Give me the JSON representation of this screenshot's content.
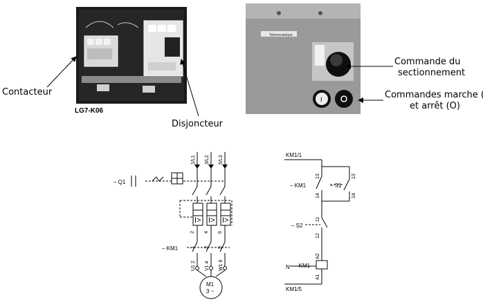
{
  "photo_left": {
    "caption": "LG7-K06",
    "label_contactor": "Contacteur",
    "label_breaker": "Disjoncteur"
  },
  "photo_right": {
    "brand": "Telemecanique",
    "label_isolation_line1": "Commande du",
    "label_isolation_line2": "sectionnement",
    "label_controls_line1": "Commandes marche (I)",
    "label_controls_line2": "et arrêt (O)",
    "button_on": "I"
  },
  "power_circuit": {
    "breaker_ref": "– Q1",
    "contactor_ref": "– KM1",
    "top_terminals": [
      "1/L1",
      "3/L2",
      "5/L3"
    ],
    "mid_terminals_left": [
      "2",
      "4",
      "6"
    ],
    "mid_terminals_right": [
      "1",
      "3",
      "5"
    ],
    "bottom_terminals": [
      "U1 2",
      "V1 4",
      "W1 6"
    ],
    "motor_name": "M1",
    "motor_type": "3 ~"
  },
  "control_circuit": {
    "supply_top": "KM1/1",
    "supply_bottom": "KM1/5",
    "neutral": "N",
    "contact_km1": "– KM1",
    "start_button": "– S1",
    "stop_button": "– S2",
    "coil": "– KM1",
    "pin_13": "13",
    "pin_14": "14",
    "pin_11": "11",
    "pin_12": "12",
    "pin_a1": "A1",
    "pin_a2": "A2"
  },
  "colors": {
    "photo_dark": "#1a1a1a",
    "photo_grey": "#9a9a9a",
    "line": "#000000"
  }
}
